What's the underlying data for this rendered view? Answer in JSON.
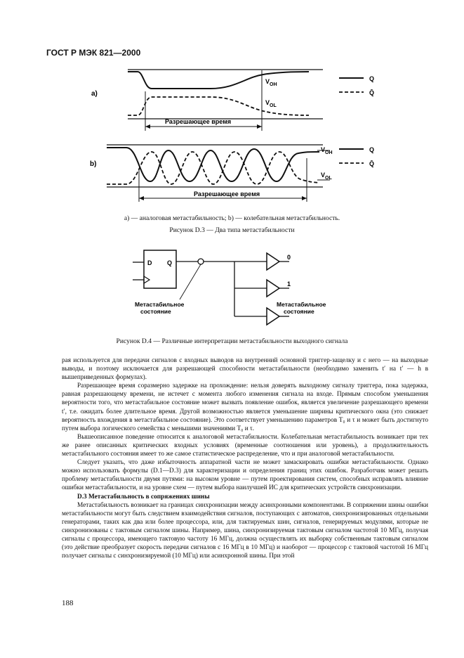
{
  "header": {
    "title": "ГОСТ Р МЭК 821—2000"
  },
  "fig3": {
    "label_a": "a)",
    "label_b": "b)",
    "voh": "V",
    "voh_sub": "OH",
    "vol": "V",
    "vol_sub": "OL",
    "legend_q": "Q",
    "legend_qbar": "Q̄",
    "resolve_time": "Разрешающее время",
    "caption_sub": "a) — аналоговая метастабильность; b) — колебательная метастабильность.",
    "caption": "Рисунок D.3 — Два типа метастабильности"
  },
  "fig4": {
    "pin_d": "D",
    "pin_q": "Q",
    "out0": "0",
    "out1": "1",
    "meta_state_left": [
      "Метастабильное",
      "состояние"
    ],
    "meta_state_right": [
      "Метастабильное",
      "состояние"
    ],
    "caption": "Рисунок D.4 — Различные интерпретации метастабильности выходного сигнала"
  },
  "text": {
    "p1": "рая используется для передачи сигналов с входных выводов на внутренний основной триггер-защелку и с него — на выходные выводы, и поэтому исключается для разрешающей способности метастабильности (необходимо заменить t′ на t′ — h в вышеприведенных формулах).",
    "p2": "Разрешающее время соразмерно задержке на прохождение: нельзя доверять выходному сигналу триггера, пока задержка, равная разрешающему времени, не истечет с момента любого изменения сигнала на входе. Прямым способом уменьшения вероятности того, что метастабильное состояние может вызвать появление ошибок, является увеличение разрешающего времени t′, т.е. ожидать более длительное время. Другой возможностью является уменьшение ширины критического окна (это снижает вероятность вхождения в метастабильное состояние). Это соответствует уменьшению параметров T₀ и τ и может быть достигнуто путем выбора логического семейства с меньшими значениями T₀ и τ.",
    "p3": "Вышеописанное поведение относится к аналоговой метастабильности. Колебательная метастабильность возникает при тех же ранее описанных критических входных условиях (временные соотношения или уровень), а продолжительность метастабильного состояния имеет то же самое статистическое распределение, что и при аналоговой метастабильности.",
    "p4": "Следует указать, что даже избыточность аппаратной части не может замаскировать ошибки метастабильности. Однако можно использовать формулы (D.1—D.3) для характеризации и определения границ этих ошибок. Разработчик может решать проблему метастабильности двумя путями: на высоком уровне — путем проектирования систем, способных исправлять влияние ошибки метастабильности, и на уровне схем — путем выбора наилучшей ИС для критических устройств синхронизации.",
    "section": "D.3 Метастабильность в сопряжениях шины",
    "p5": "Метастабильность возникает на границах синхронизации между асинхронными компонентами. В сопряжении шины ошибки метастабильности могут быть следствием взаимодействия сигналов, поступающих с автоматов, синхронизированных отдельными генераторами, таких как два или более процессора, или, для тактируемых шин, сигналов, генерируемых модулями, которые не синхронизованы с тактовым сигналом шины. Например, шина, синхронизируемая тактовым сигналом частотой 10 МГц, получая сигналы с процессора, имеющего тактовую частоту 16 МГц, должна осуществлять их выборку собственным тактовым сигналом (это действие преобразует скорость передачи сигналов с 16 МГц в 10 МГц) и наоборот — процессор с тактовой частотой 16 МГц получает сигналы с синхронизируемой (10 МГц) или асинхронной шины. При этой"
  },
  "page_number": "188"
}
